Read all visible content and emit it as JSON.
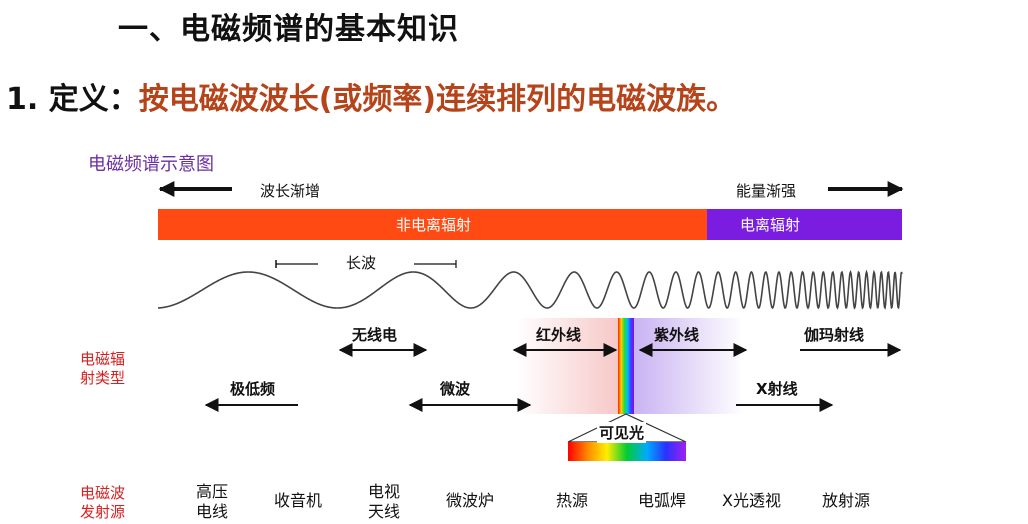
{
  "header": {
    "section_title": "一、电磁频谱的基本知识",
    "definition_label": "1. 定义：",
    "definition_text": "按电磁波波长(或频率)连续排列的电磁波族。"
  },
  "diagram": {
    "title": "电磁频谱示意图",
    "left_arrow_label": "波长渐增",
    "right_arrow_label": "能量渐强",
    "non_ionizing_label": "非电离辐射",
    "ionizing_label": "电离辐射",
    "long_wave_label": "长波",
    "radiation_types_label": [
      "电磁辐",
      "射类型"
    ],
    "bands": {
      "radio": "无线电",
      "infrared": "红外线",
      "ultraviolet": "紫外线",
      "gamma": "伽玛射线",
      "elf": "极低频",
      "microwave": "微波",
      "xray": "X射线",
      "visible": "可见光"
    },
    "sources_label": [
      "电磁波",
      "发射源"
    ],
    "sources": [
      [
        "高压",
        "电线"
      ],
      [
        "收音机"
      ],
      [
        "电视",
        "天线"
      ],
      [
        "微波炉"
      ],
      [
        "热源"
      ],
      [
        "电弧焊"
      ],
      [
        "X光透视"
      ],
      [
        "放射源"
      ]
    ],
    "colors": {
      "non_ionizing": "#ff4a14",
      "ionizing": "#7a1de0",
      "title": "#6a2fa3",
      "red_label": "#d92020",
      "definition": "#b5441a"
    }
  }
}
